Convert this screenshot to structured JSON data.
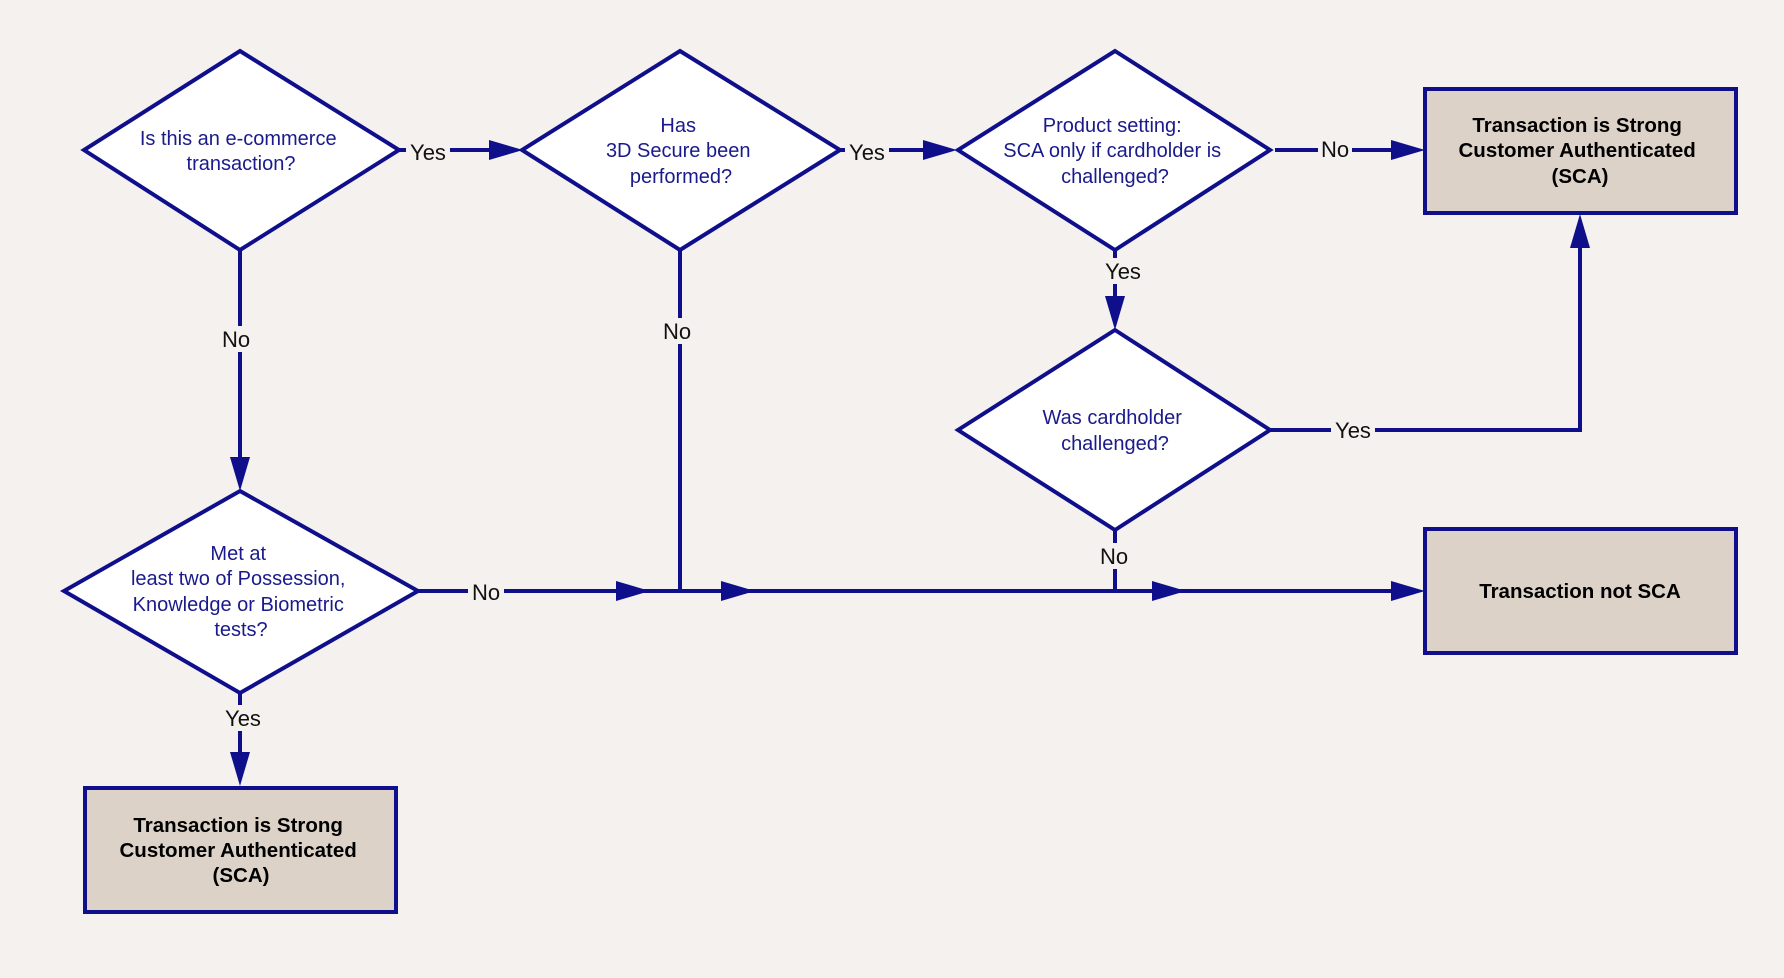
{
  "colors": {
    "background": "#f4f1ef",
    "stroke": "#0f0f8c",
    "decision_fill": "#ffffff",
    "decision_text": "#1a1a8c",
    "terminal_fill": "#dcd2c8",
    "terminal_text": "#000000"
  },
  "decisions": {
    "ecommerce": [
      "Is this an e-commerce",
      "transaction?"
    ],
    "three_ds": [
      "Has",
      "3D Secure been",
      "performed?"
    ],
    "product_setting": [
      "Product setting:",
      "SCA only if cardholder is",
      "challenged?"
    ],
    "challenged": [
      "Was cardholder",
      "challenged?"
    ],
    "two_factors": [
      "Met at",
      "least two of Possession,",
      "Knowledge or Biometric",
      "tests?"
    ]
  },
  "outcomes": {
    "sca_top": [
      "Transaction is Strong",
      "Customer Authenticated",
      "(SCA)"
    ],
    "not_sca": [
      "Transaction not SCA"
    ],
    "sca_bottom": [
      "Transaction is Strong",
      "Customer Authenticated",
      "(SCA)"
    ]
  },
  "edge_labels": {
    "ecommerce_yes": "Yes",
    "ecommerce_no": "No",
    "three_ds_yes": "Yes",
    "three_ds_no": "No",
    "product_no": "No",
    "product_yes": "Yes",
    "challenged_yes": "Yes",
    "challenged_no": "No",
    "two_factors_no": "No",
    "two_factors_yes": "Yes"
  }
}
